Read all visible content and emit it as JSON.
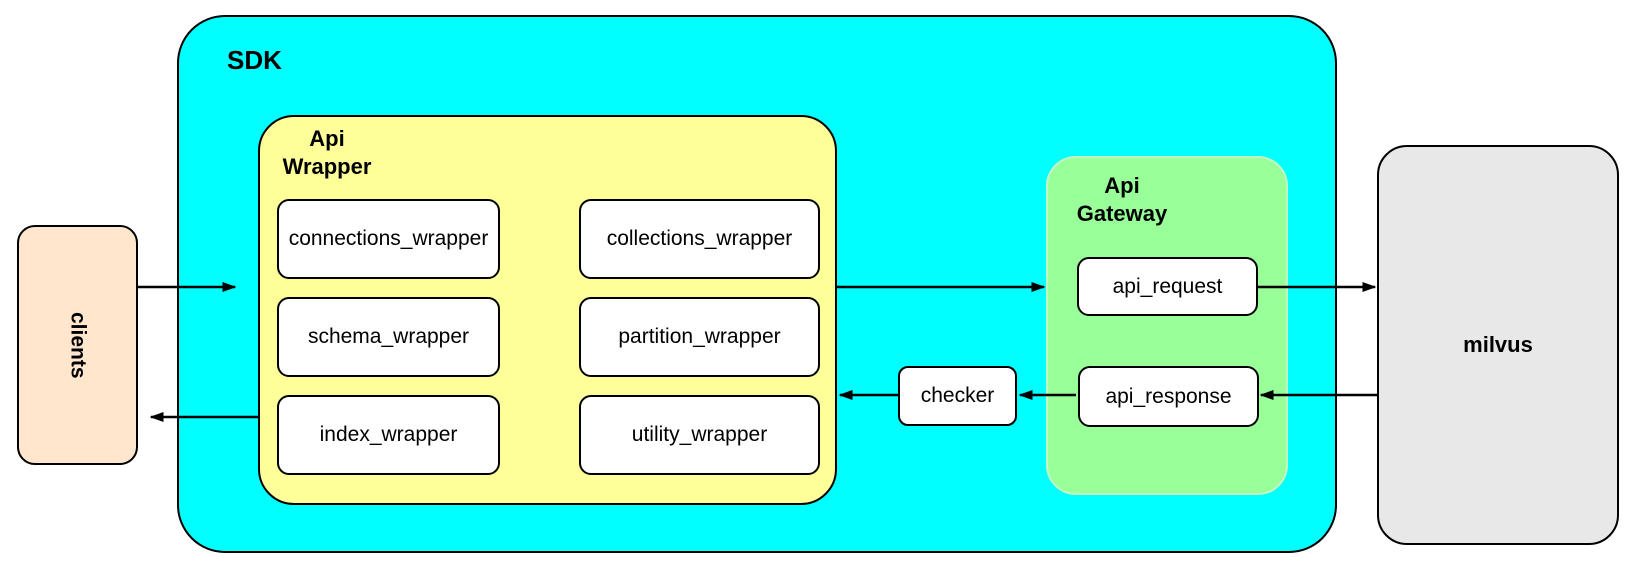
{
  "nodes": {
    "clients": "clients",
    "sdk": "SDK",
    "api_wrapper": "Api\nWrapper",
    "wrappers": [
      "connections_wrapper",
      "collections_wrapper",
      "schema_wrapper",
      "partition_wrapper",
      "index_wrapper",
      "utility_wrapper"
    ],
    "checker": "checker",
    "api_gateway": "Api\nGateway",
    "api_request": "api_request",
    "api_response": "api_response",
    "milvus": "milvus"
  },
  "colors": {
    "sdk_fill": "#00FFFF",
    "api_wrapper_fill": "#FFFF99",
    "api_gateway_fill": "#99FF99",
    "clients_fill": "#FFE6CC",
    "milvus_fill": "#E8E8E8",
    "leaf_box_fill": "#FFFFFF",
    "border": "#000000",
    "background": "#FFFFFF"
  }
}
